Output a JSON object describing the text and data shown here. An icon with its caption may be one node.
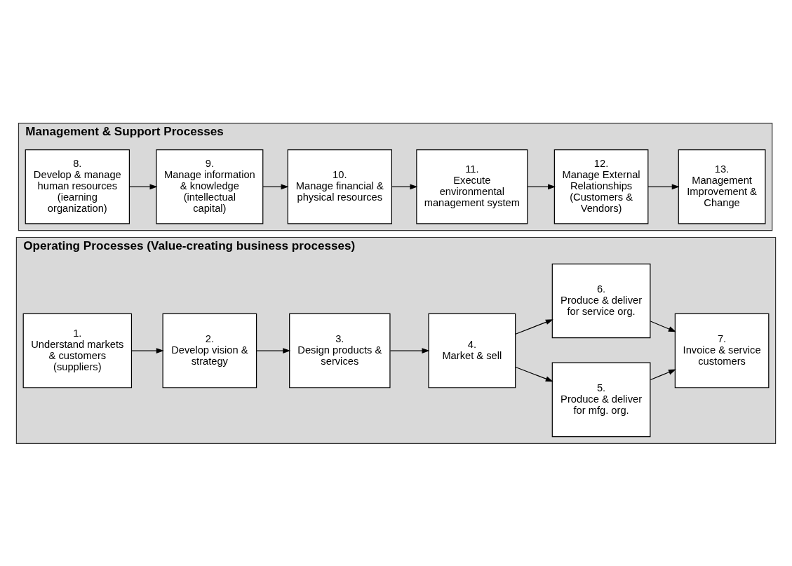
{
  "diagram": {
    "nodes": [
      {
        "text": [
          "Operating Processes (Value-creating business processes)"
        ]
      },
      {
        "text": [
          "1.",
          "Understand markets & customers (suppliers)"
        ],
        "in": 0
      },
      {
        "text": [
          "2.",
          "Develop vision & strategy"
        ],
        "in": 0
      },
      {
        "text": [
          "3.",
          "Design products & services"
        ],
        "in": 0
      },
      {
        "text": [
          "4.",
          "Market & sell"
        ],
        "in": 0
      },
      {
        "text": [
          "5.",
          "Produce & deliver for mfg. org."
        ],
        "in": 0
      },
      {
        "text": [
          "6.",
          "Produce & deliver for service org."
        ],
        "in": 0
      },
      {
        "text": [
          "7.",
          "Invoice & service customers"
        ],
        "in": 0
      },
      {
        "text": [
          "Management & Support Processes"
        ]
      },
      {
        "text": [
          "8.",
          "Develop & manage human resources (iearning organization)"
        ],
        "in": 8
      },
      {
        "text": [
          "9.",
          "Manage information & knowledge (intellectual capital)"
        ],
        "in": 8
      },
      {
        "text": [
          "10.",
          "Manage financial & physical resources"
        ],
        "in": 8
      },
      {
        "text": [
          "11.",
          "Execute environmental management system"
        ],
        "in": 8
      },
      {
        "text": [
          "12.",
          "Manage External Relationships (Customers & Vendors)"
        ],
        "in": 8
      },
      {
        "text": [
          "13.",
          "Management Improvement & Change"
        ],
        "in": 8
      }
    ],
    "edges": [
      {
        "from": 1,
        "to": 2,
        "arrow": "to"
      },
      {
        "from": 2,
        "to": 3,
        "arrow": "to"
      },
      {
        "from": 3,
        "to": 4,
        "arrow": "to"
      },
      {
        "from": 4,
        "to": 5,
        "arrow": "to"
      },
      {
        "from": 4,
        "to": 6,
        "arrow": "to"
      },
      {
        "from": 5,
        "to": 7,
        "arrow": "to"
      },
      {
        "from": 6,
        "to": 7,
        "arrow": "to"
      },
      {
        "from": 9,
        "to": 10,
        "arrow": "to"
      },
      {
        "from": 10,
        "to": 11,
        "arrow": "to"
      },
      {
        "from": 11,
        "to": 12,
        "arrow": "to"
      },
      {
        "from": 12,
        "to": 13,
        "arrow": "to"
      },
      {
        "from": 13,
        "to": 14,
        "arrow": "to"
      }
    ]
  }
}
